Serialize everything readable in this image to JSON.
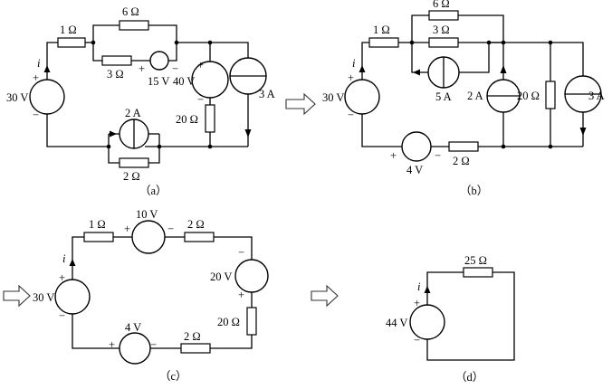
{
  "panels": {
    "a": {
      "caption": "（a）",
      "labels": {
        "r1": "1 Ω",
        "r6": "6 Ω",
        "r3": "3 Ω",
        "v15": "15 V",
        "v40": "40 V",
        "r20": "20 Ω",
        "i3": "3 A",
        "v30": "30 V",
        "i2": "2 A",
        "r2": "2 Ω",
        "current": "i",
        "plus": "+",
        "minus": "−"
      }
    },
    "b": {
      "caption": "（b）",
      "labels": {
        "r1": "1 Ω",
        "r6": "6 Ω",
        "r3": "3 Ω",
        "i5": "5 A",
        "i2": "2 A",
        "r20": "20 Ω",
        "i3": "3 A",
        "v30": "30 V",
        "v4": "4 V",
        "r2": "2 Ω",
        "current": "i",
        "plus": "+",
        "minus": "−"
      }
    },
    "c": {
      "caption": "（c）",
      "labels": {
        "r1": "1 Ω",
        "v10": "10 V",
        "r2top": "2 Ω",
        "v20": "20 V",
        "r20": "20 Ω",
        "v30": "30 V",
        "v4": "4 V",
        "r2bot": "2 Ω",
        "current": "i",
        "plus": "+",
        "minus": "−"
      }
    },
    "d": {
      "caption": "（d）",
      "labels": {
        "r25": "25 Ω",
        "v44": "44 V",
        "current": "i",
        "plus": "+",
        "minus": "−"
      }
    }
  }
}
